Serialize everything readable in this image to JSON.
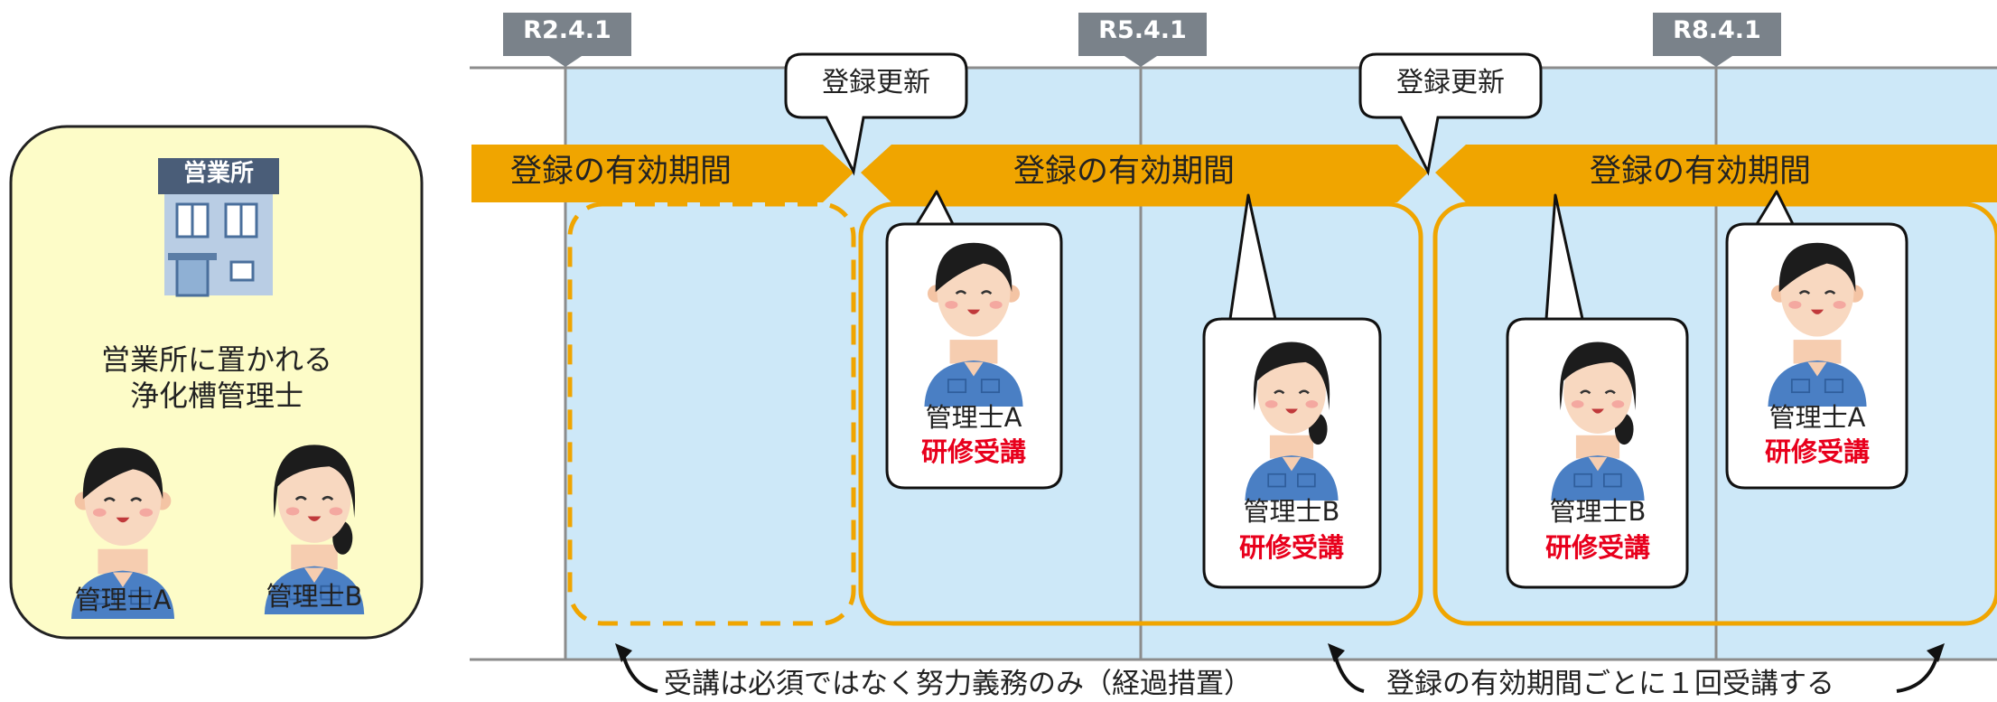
{
  "colors": {
    "band": "#cde8f8",
    "period_bar": "#f0a500",
    "date_tag": "#7a828a",
    "office_bg": "#fdfcc8",
    "training_text": "#e8001c",
    "person_shirt": "#4a7fc4"
  },
  "timeline": {
    "dates": [
      "R2.4.1",
      "R5.4.1",
      "R8.4.1"
    ],
    "period_label": "登録の有効期間",
    "renewal_label": "登録更新"
  },
  "office": {
    "sign": "営業所",
    "caption_line1": "営業所に置かれる",
    "caption_line2": "浄化槽管理士",
    "person_a": "管理士A",
    "person_b": "管理士B"
  },
  "training": {
    "person_a": "管理士A",
    "person_b": "管理士B",
    "label": "研修受講"
  },
  "notes": {
    "transition": "受講は必須ではなく努力義務のみ（経過措置）",
    "per_period": "登録の有効期間ごとに１回受講する"
  },
  "icons": [
    "office-building-icon",
    "male-worker-icon",
    "female-worker-icon"
  ]
}
